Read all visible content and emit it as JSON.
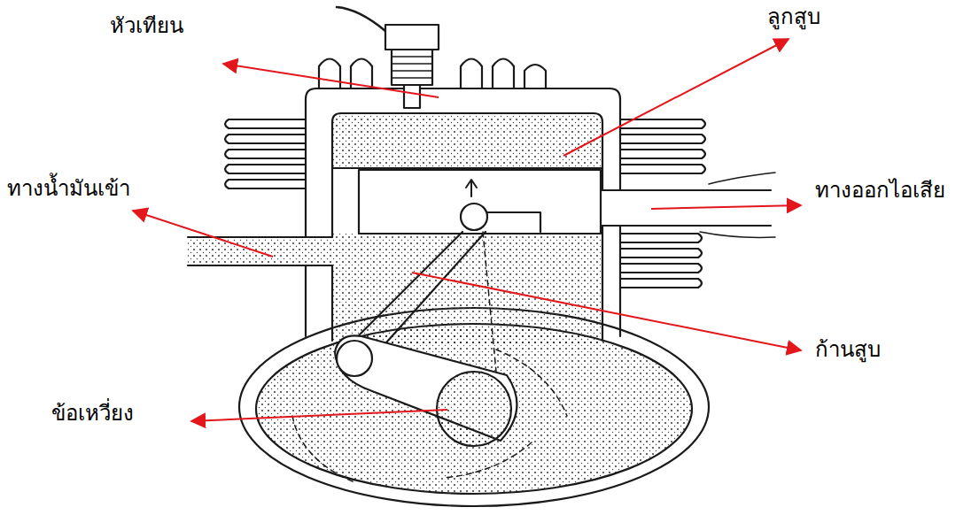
{
  "diagram": {
    "labels": [
      "หัวเทียน",
      "ลูกสูบ",
      "ทางน้ำมันเข้า",
      "ทางออกไอเสีย",
      "ก้านสูบ",
      "ข้อเหวี่ยง"
    ]
  }
}
